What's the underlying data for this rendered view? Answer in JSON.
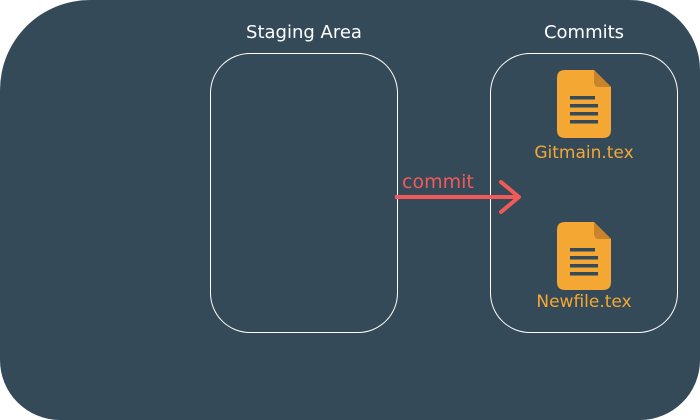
{
  "diagram": {
    "staging_area": {
      "label": "Staging Area"
    },
    "commits": {
      "label": "Commits",
      "files": [
        {
          "name": "Gitmain.tex",
          "icon": "document-icon"
        },
        {
          "name": "Newfile.tex",
          "icon": "document-icon"
        }
      ]
    },
    "arrow": {
      "label": "commit"
    },
    "colors": {
      "background": "#354a59",
      "outline": "#ffffff",
      "file": "#f4a833",
      "arrow": "#f25a5a"
    }
  }
}
